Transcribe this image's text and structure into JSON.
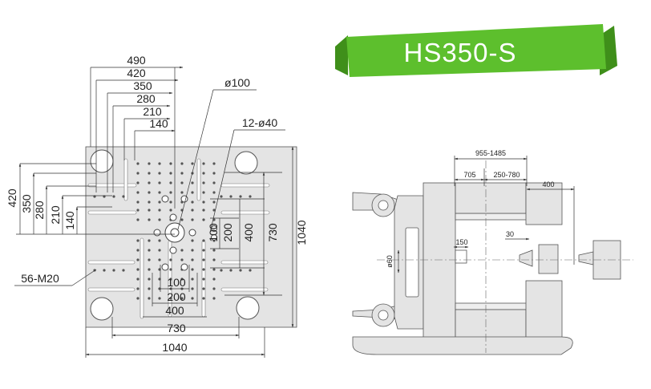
{
  "title": "HS350-S",
  "colors": {
    "banner": "#5dbf2d",
    "banner_dark": "#3f8f1a",
    "platen": "#e4e4e4",
    "line": "#333333"
  },
  "platen_view": {
    "top_dims": [
      "490",
      "420",
      "350",
      "280",
      "210",
      "140"
    ],
    "left_dims": [
      "420",
      "350",
      "280",
      "210",
      "140"
    ],
    "callout_hole": "ø100",
    "callout_tiebar": "12-ø40",
    "callout_threads": "56-M20",
    "right_inner": [
      "200",
      "400"
    ],
    "right_outer": [
      "730",
      "1040"
    ],
    "center_left_small": "100",
    "bottom_dims": [
      "100",
      "200",
      "400",
      "730",
      "1040"
    ]
  },
  "side_view": {
    "top_dims": [
      "955-1485",
      "705",
      "250-780",
      "400"
    ],
    "small_dims": [
      "150",
      "30"
    ],
    "diameter": "ø60"
  }
}
